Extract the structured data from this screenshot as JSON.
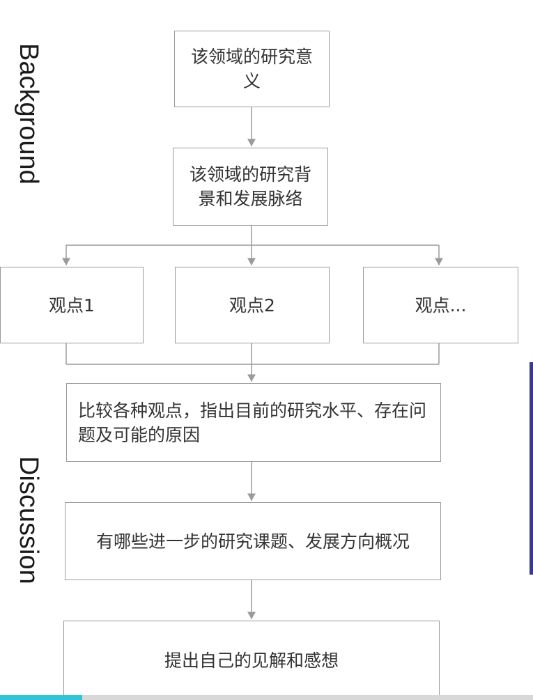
{
  "labels": {
    "background": "Background",
    "discussion": "Discussion"
  },
  "nodes": {
    "significance": "该领域的研究意义",
    "history": "该领域的研究背景和发展脉络",
    "view1": "观点1",
    "view2": "观点2",
    "view3": "观点...",
    "compare": "比较各种观点，指出目前的研究水平、存在问题及可能的原因",
    "future": "有哪些进一步的研究课题、发展方向概况",
    "insight": "提出自己的见解和感想"
  },
  "colors": {
    "line": "#9a9a9a",
    "text": "#333333",
    "accent": "#33c3d6"
  }
}
